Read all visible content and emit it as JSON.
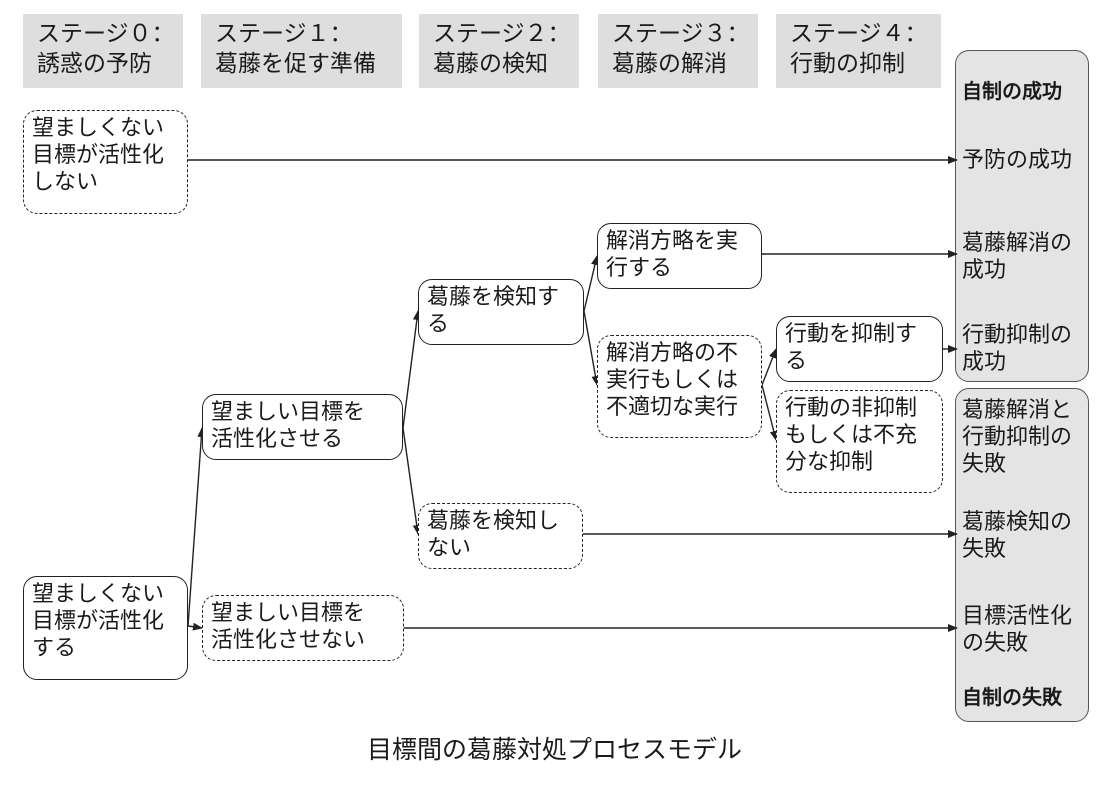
{
  "stages": [
    {
      "l1": "ステージ０：",
      "l2": "誘惑の予防"
    },
    {
      "l1": "ステージ１：",
      "l2": "葛藤を促す準備"
    },
    {
      "l1": "ステージ２：",
      "l2": "葛藤の検知"
    },
    {
      "l1": "ステージ３：",
      "l2": "葛藤の解消"
    },
    {
      "l1": "ステージ４：",
      "l2": "行動の抑制"
    }
  ],
  "nodes": {
    "not_activate": [
      "望ましくない",
      "目標が活性化",
      "しない"
    ],
    "activate": [
      "望ましくない",
      "目標が活性化",
      "する"
    ],
    "activate_desired": [
      "望ましい目標を",
      "活性化させる"
    ],
    "not_activate_desired": [
      "望ましい目標を",
      "活性化させない"
    ],
    "detect": [
      "葛藤を検知す",
      "る"
    ],
    "not_detect": [
      "葛藤を検知し",
      "ない"
    ],
    "execute": [
      "解消方略を実",
      "行する"
    ],
    "not_execute": [
      "解消方略の不",
      "実行もしくは",
      "不適切な実行"
    ],
    "inhibit": [
      "行動を抑制す",
      "る"
    ],
    "not_inhibit": [
      "行動の非抑制",
      "もしくは不充",
      "分な抑制"
    ]
  },
  "outcomes": {
    "success_title": "自制の成功",
    "failure_title": "自制の失敗",
    "prevention_success": [
      "予防の成功"
    ],
    "resolution_success": [
      "葛藤解消の",
      "成功"
    ],
    "inhibition_success": [
      "行動抑制の",
      "成功"
    ],
    "resolution_inhibition_failure": [
      "葛藤解消と",
      "行動抑制の",
      "失敗"
    ],
    "detection_failure": [
      "葛藤検知の",
      "失敗"
    ],
    "activation_failure": [
      "目標活性化",
      "の失敗"
    ]
  },
  "title": "目標間の葛藤対処プロセスモデル"
}
